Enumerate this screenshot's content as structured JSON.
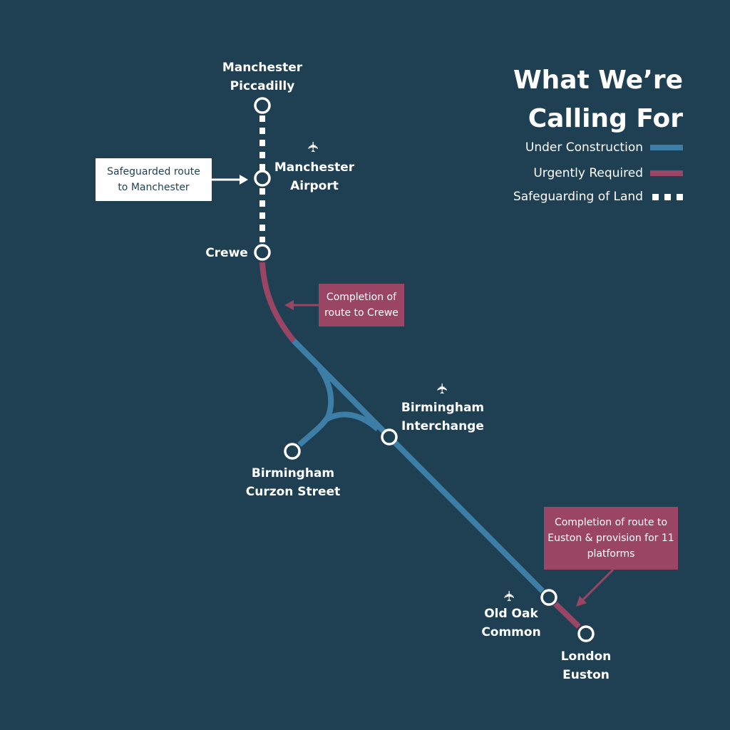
{
  "colors": {
    "background": "#1f3f53",
    "under_construction": "#3d7ea6",
    "urgently_required": "#9a4563",
    "safeguarding": "#ffffff"
  },
  "legend": {
    "title_line1": "What We’re",
    "title_line2": "Calling For",
    "items": [
      {
        "label": "Under Construction"
      },
      {
        "label": "Urgently Required"
      },
      {
        "label": "Safeguarding of Land"
      }
    ]
  },
  "stations": {
    "manchester_piccadilly": {
      "line1": "Manchester",
      "line2": "Piccadilly"
    },
    "manchester_airport": {
      "line1": "Manchester",
      "line2": "Airport"
    },
    "crewe": {
      "line1": "Crewe"
    },
    "birmingham_interchange": {
      "line1": "Birmingham",
      "line2": "Interchange"
    },
    "birmingham_curzon": {
      "line1": "Birmingham",
      "line2": "Curzon Street"
    },
    "old_oak": {
      "line1": "Old Oak",
      "line2": "Common"
    },
    "euston": {
      "line1": "London",
      "line2": "Euston"
    }
  },
  "callouts": {
    "manchester": {
      "line1": "Safeguarded route",
      "line2": "to Manchester"
    },
    "crewe": {
      "line1": "Completion of",
      "line2": "route to Crewe"
    },
    "euston": {
      "line1": "Completion of route to",
      "line2": "Euston & provision for 11",
      "line3": "platforms"
    }
  },
  "icons": {
    "airport": "airplane-icon",
    "plane_glyph": "✈"
  }
}
